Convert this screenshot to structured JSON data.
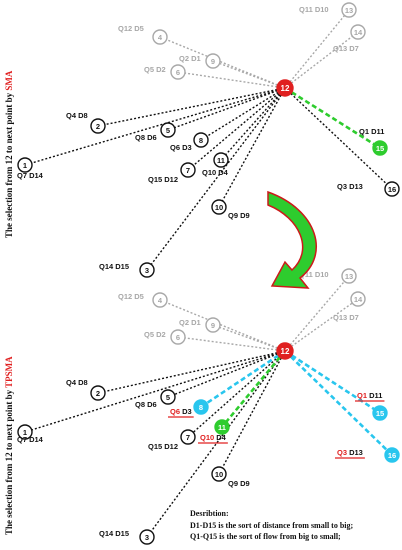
{
  "colors": {
    "black": "#111111",
    "gray": "#a8a8a8",
    "red": "#e02020",
    "green": "#2ecc2e",
    "cyan": "#29c6ee",
    "arrow_green": "#2ecc2e",
    "arrow_red": "#cc1a1a"
  },
  "panels": [
    {
      "id": "sma",
      "title_prefix": "The selection from 12 to next point by ",
      "title_method": "SMA",
      "center": "12",
      "nodes": [
        {
          "n": "1",
          "label": "Q7 D14",
          "tone": "black",
          "highlight": false,
          "link": "black"
        },
        {
          "n": "2",
          "label": "Q4 D8",
          "tone": "black",
          "highlight": false,
          "link": "black"
        },
        {
          "n": "3",
          "label": "Q14 D15",
          "tone": "black",
          "highlight": false,
          "link": "black"
        },
        {
          "n": "4",
          "label": "Q12 D5",
          "tone": "gray",
          "highlight": false,
          "link": "gray"
        },
        {
          "n": "5",
          "label": "Q8 D6",
          "tone": "black",
          "highlight": false,
          "link": "black"
        },
        {
          "n": "6",
          "label": "Q5 D2",
          "tone": "gray",
          "highlight": false,
          "link": "gray"
        },
        {
          "n": "7",
          "label": "Q15 D12",
          "tone": "black",
          "highlight": false,
          "link": "black"
        },
        {
          "n": "8",
          "label": "Q6 D3",
          "tone": "black",
          "highlight": false,
          "link": "black"
        },
        {
          "n": "9",
          "label": "Q2 D1",
          "tone": "gray",
          "highlight": false,
          "link": "gray"
        },
        {
          "n": "10",
          "label": "Q9 D9",
          "tone": "black",
          "highlight": false,
          "link": "black"
        },
        {
          "n": "11",
          "label": "Q10 D4",
          "tone": "black",
          "highlight": false,
          "link": "black"
        },
        {
          "n": "13",
          "label": "Q11 D10",
          "tone": "gray",
          "highlight": false,
          "link": "gray"
        },
        {
          "n": "14",
          "label": "Q13 D7",
          "tone": "gray",
          "highlight": false,
          "link": "gray"
        },
        {
          "n": "15",
          "label": "Q1 D11",
          "tone": "green",
          "highlight": false,
          "link": "green"
        },
        {
          "n": "16",
          "label": "Q3 D13",
          "tone": "black",
          "highlight": false,
          "link": "black"
        }
      ]
    },
    {
      "id": "tpsma",
      "title_prefix": "The selection from 12 to next point by ",
      "title_method": "TPSMA",
      "center": "12",
      "nodes": [
        {
          "n": "1",
          "label": "Q7 D14",
          "tone": "black",
          "highlight": false,
          "link": "black"
        },
        {
          "n": "2",
          "label": "Q4 D8",
          "tone": "black",
          "highlight": false,
          "link": "black"
        },
        {
          "n": "3",
          "label": "Q14 D15",
          "tone": "black",
          "highlight": false,
          "link": "black"
        },
        {
          "n": "4",
          "label": "Q12 D5",
          "tone": "gray",
          "highlight": false,
          "link": "gray"
        },
        {
          "n": "5",
          "label": "Q8 D6",
          "tone": "black",
          "highlight": false,
          "link": "black"
        },
        {
          "n": "6",
          "label": "Q5 D2",
          "tone": "gray",
          "highlight": false,
          "link": "gray"
        },
        {
          "n": "7",
          "label": "Q15 D12",
          "tone": "black",
          "highlight": false,
          "link": "black"
        },
        {
          "n": "8",
          "label": "Q6 D3",
          "tone": "cyan",
          "highlight": true,
          "link": "cyan"
        },
        {
          "n": "9",
          "label": "Q2 D1",
          "tone": "gray",
          "highlight": false,
          "link": "gray"
        },
        {
          "n": "10",
          "label": "Q9 D9",
          "tone": "black",
          "highlight": false,
          "link": "black"
        },
        {
          "n": "11",
          "label": "Q10 D4",
          "tone": "green",
          "highlight": true,
          "link": "green"
        },
        {
          "n": "13",
          "label": "Q11 D10",
          "tone": "gray",
          "highlight": false,
          "link": "gray"
        },
        {
          "n": "14",
          "label": "Q13 D7",
          "tone": "gray",
          "highlight": false,
          "link": "gray"
        },
        {
          "n": "15",
          "label": "Q1 D11",
          "tone": "cyan",
          "highlight": true,
          "link": "cyan"
        },
        {
          "n": "16",
          "label": "Q3 D13",
          "tone": "cyan",
          "highlight": true,
          "link": "cyan"
        }
      ]
    }
  ],
  "description": {
    "heading": "Desribtion:",
    "line1": "D1-D15 is the sort of distance from small to big;",
    "line2": "Q1-Q15 is the sort of flow from big to small;"
  }
}
